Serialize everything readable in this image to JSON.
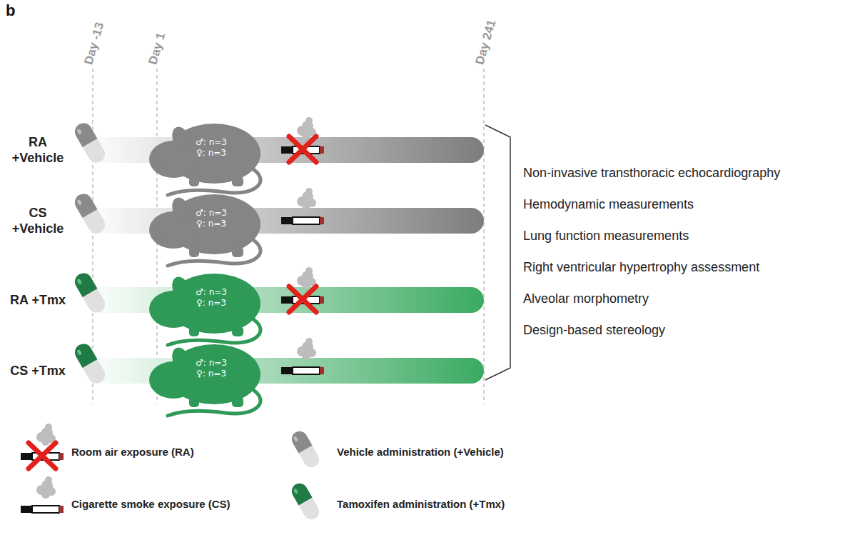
{
  "diagram": {
    "nodes": [
      {
        "text": [
          "♂: n=3",
          "♀: n=3"
        ]
      },
      {
        "text": [
          "♂: n=3",
          "♀: n=3"
        ]
      },
      {
        "text": [
          "♂: n=3",
          "♀: n=3"
        ]
      },
      {
        "text": [
          "♂: n=3",
          "♀: n=3"
        ]
      }
    ],
    "edges": [],
    "labels": [
      "b",
      "Day -13",
      "Day 1",
      "Day 241",
      "RA +Vehicle",
      "CS +Vehicle",
      "RA +Tmx",
      "CS +Tmx",
      "Non-invasive transthoracic echocardiography",
      "Hemodynamic measurements",
      "Lung function measurements",
      "Right ventricular hypertrophy assessment",
      "Alveolar morphometry",
      "Design-based stereology"
    ],
    "legend": [
      {
        "text": "Room air exposure (RA)"
      },
      {
        "text": "Vehicle administration (+Vehicle)"
      },
      {
        "text": "Cigarette smoke exposure (CS)"
      },
      {
        "text": "Tamoxifen administration (+Tmx)"
      }
    ]
  }
}
